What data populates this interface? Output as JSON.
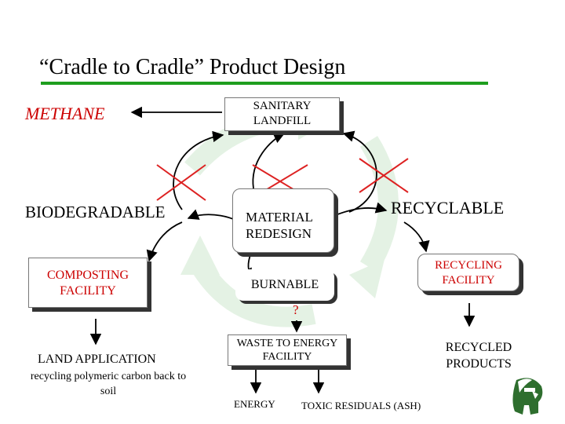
{
  "title": "“Cradle to Cradle” Product Design",
  "nodes": {
    "methane": "METHANE",
    "sanitary_landfill": [
      "SANITARY",
      "LANDFILL"
    ],
    "biodegradable": "BIODEGRADABLE",
    "material_redesign": [
      "MATERIAL",
      "REDESIGN"
    ],
    "recyclable": "RECYCLABLE",
    "composting_facility": [
      "COMPOSTING",
      "FACILITY"
    ],
    "burnable": "BURNABLE",
    "question_mark": "?",
    "recycling_facility": [
      "RECYCLING",
      "FACILITY"
    ],
    "land_application": "LAND APPLICATION",
    "recycling_note": [
      "recycling polymeric carbon back to",
      "soil"
    ],
    "waste_to_energy": [
      "WASTE TO ENERGY",
      "FACILITY"
    ],
    "recycled_products": [
      "RECYCLED",
      "PRODUCTS"
    ],
    "energy": "ENERGY",
    "toxic_residuals": "TOXIC RESIDUALS (ASH)"
  },
  "colors": {
    "title_rule": "#1e9e1e",
    "cross_marks": "#dd2222",
    "methane_text": "#cc0000",
    "composting_text": "#cc0000",
    "recycling_facility_text": "#cc0000",
    "watermark": "#e4f2e4"
  },
  "icons": [
    "recycle-watermark-icon",
    "spartan-helmet-logo-icon"
  ]
}
